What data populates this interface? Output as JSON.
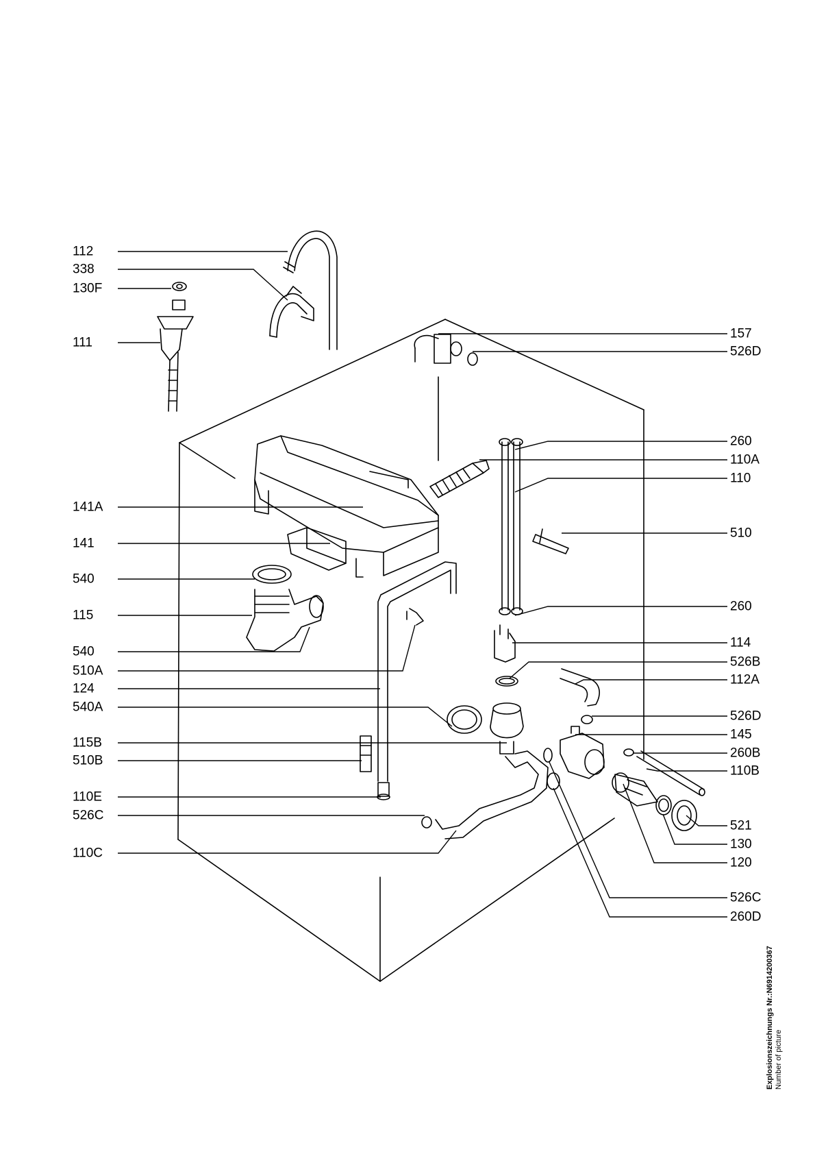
{
  "labels_left": [
    "112",
    "338",
    "130F",
    "111",
    "141A",
    "141",
    "540",
    "115",
    "540",
    "510A",
    "124",
    "540A",
    "115B",
    "510B",
    "110E",
    "526C",
    "110C"
  ],
  "labels_right": [
    "157",
    "526D",
    "260",
    "110A",
    "110",
    "510",
    "260",
    "114",
    "526B",
    "112A",
    "526D",
    "145",
    "260B",
    "110B",
    "521",
    "130",
    "120",
    "526C",
    "260D"
  ],
  "caption": {
    "line1": "Explosionszeichnungs  Nr.:N6914200367",
    "line2": "Number of picture"
  }
}
